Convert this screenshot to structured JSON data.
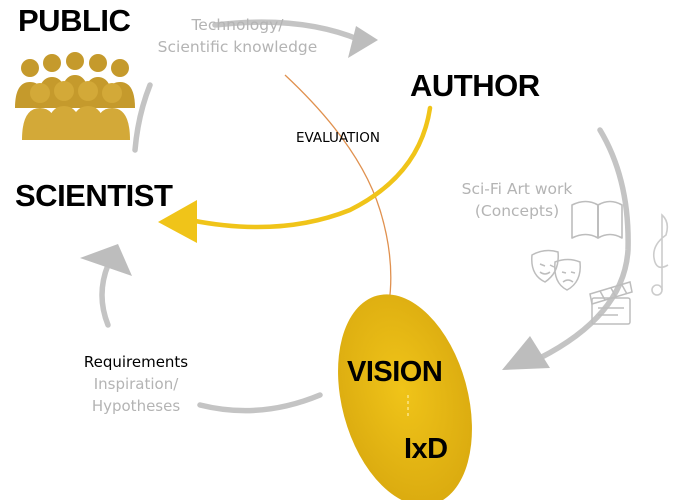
{
  "nodes": {
    "public": "PUBLIC",
    "author": "AUTHOR",
    "scientist": "SCIENTIST",
    "vision": "VISION",
    "ixd": "IxD"
  },
  "labels": {
    "technology_line1": "Technology/",
    "technology_line2": "Scientific knowledge",
    "evaluation": "EVALUATION",
    "scifi_line1": "Sci-Fi Art work",
    "scifi_line2": "(Concepts)",
    "requirements": "Requirements",
    "inspiration_line1": "Inspiration/",
    "inspiration_line2": "Hypotheses"
  },
  "icons": [
    "people-group-icon",
    "open-book-icon",
    "theater-masks-icon",
    "music-note-icon",
    "clapperboard-icon"
  ],
  "colors": {
    "accent_gold": "#f0c419",
    "people_gold": "#c59a2c",
    "arrow_gray": "#bdbdbd",
    "line_orange": "#e08a4a"
  }
}
